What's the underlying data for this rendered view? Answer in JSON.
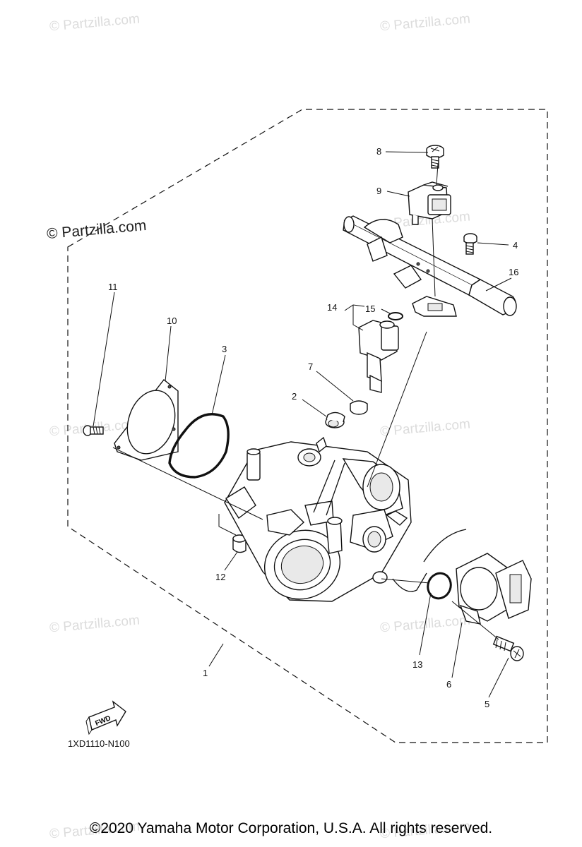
{
  "watermark": "© Partzilla.com",
  "callouts": {
    "c1": "1",
    "c2": "2",
    "c3": "3",
    "c4": "4",
    "c5": "5",
    "c6": "6",
    "c7": "7",
    "c8": "8",
    "c9": "9",
    "c10": "10",
    "c11": "11",
    "c12": "12",
    "c13": "13",
    "c14": "14",
    "c15": "15",
    "c16": "16"
  },
  "fwd_label": "FWD",
  "diagram_code": "1XD1110-N100",
  "copyright": "©2020 Yamaha Motor Corporation, U.S.A. All rights reserved."
}
